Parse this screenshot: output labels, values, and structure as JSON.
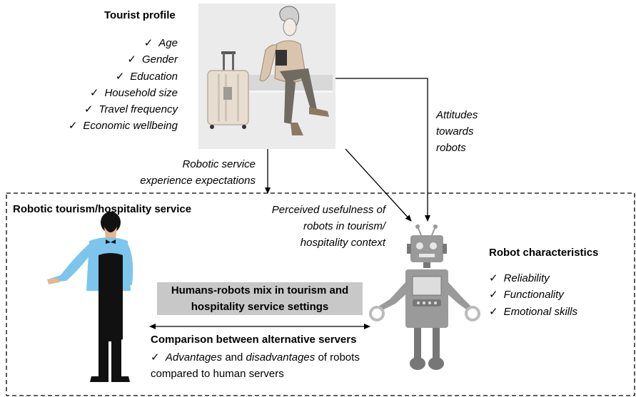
{
  "tourist_profile": {
    "title": "Tourist profile",
    "items": [
      "Age",
      "Gender",
      "Education",
      "Household size",
      "Travel frequency",
      "Economic wellbeing"
    ]
  },
  "check_mark": "✓",
  "labels": {
    "expectations_line1": "Robotic service",
    "expectations_line2": "experience expectations",
    "attitudes_line1": "Attitudes",
    "attitudes_line2": "towards",
    "attitudes_line3": "robots",
    "usefulness_line1": "Perceived usefulness of",
    "usefulness_line2": "robots in tourism/",
    "usefulness_line3": "hospitality context"
  },
  "service": {
    "title": "Robotic tourism/hospitality service",
    "mix_line1": "Humans-robots mix in tourism and",
    "mix_line2": "hospitality service settings",
    "comparison_title": "Comparison between alternative servers",
    "comparison_advantages": "Advantages",
    "comparison_and": " and ",
    "comparison_disadvantages": "disadvantages",
    "comparison_rest1": " of robots",
    "comparison_line2": "compared to human servers"
  },
  "robot_characteristics": {
    "title": "Robot characteristics",
    "items": [
      "Reliability",
      "Functionality",
      "Emotional skills"
    ]
  },
  "colors": {
    "photo_bg": "#ebebeb",
    "mix_box": "#c8c8c8",
    "waiter_shirt": "#7cc5ec",
    "robot_gray": "#9a9a9a",
    "dashed_border": "#000000"
  }
}
